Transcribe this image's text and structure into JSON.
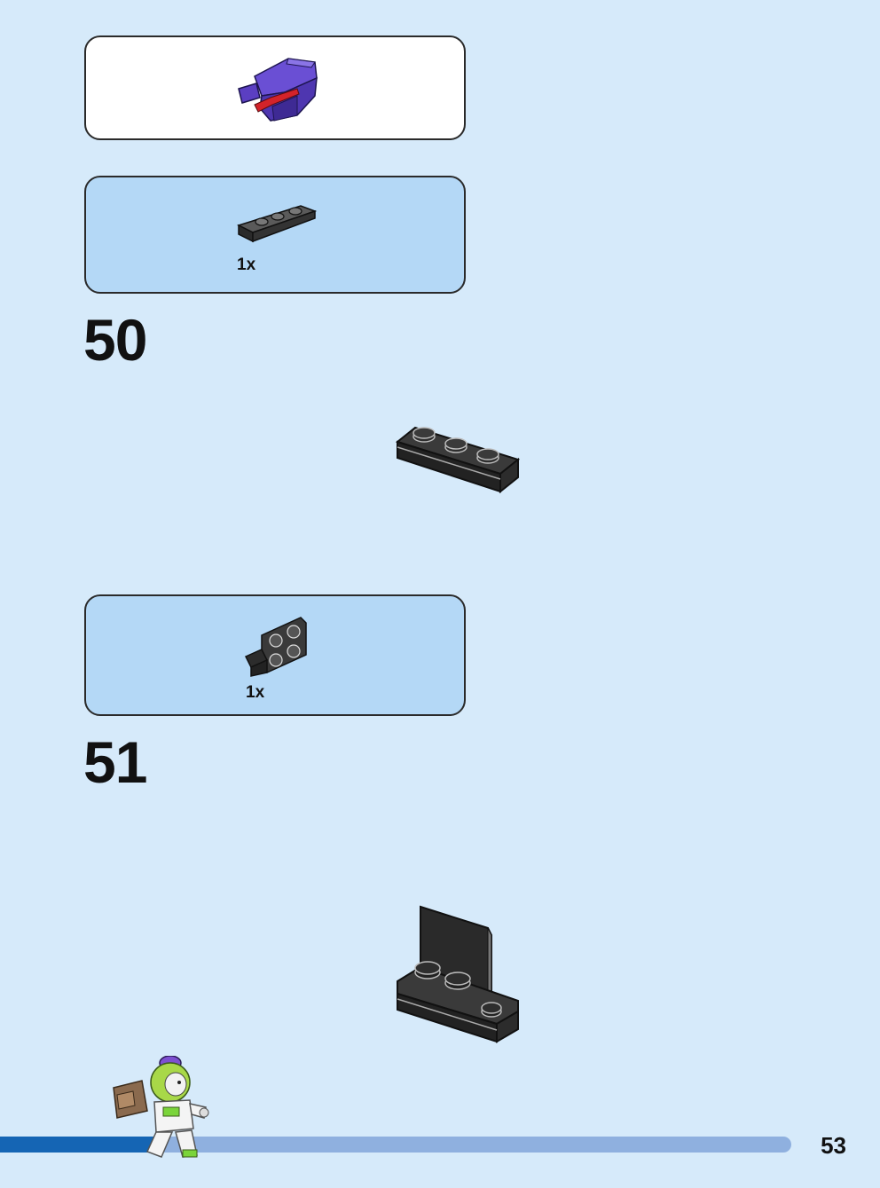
{
  "page": {
    "number": "53"
  },
  "subassembly": {
    "icon": "purple-jetpack-subassembly"
  },
  "steps": [
    {
      "number": "50",
      "parts": [
        {
          "quantity": "1x",
          "icon": "black-plate-1x4-with-3-studs"
        }
      ]
    },
    {
      "number": "51",
      "parts": [
        {
          "quantity": "1x",
          "icon": "black-bracket-1x2-2x2"
        }
      ]
    }
  ],
  "colors": {
    "background": "#d6eafa",
    "parts_panel": "#b4d8f6",
    "progress_done": "#1565b4",
    "progress_remaining": "#8fb0df",
    "brick_black": "#262626"
  }
}
